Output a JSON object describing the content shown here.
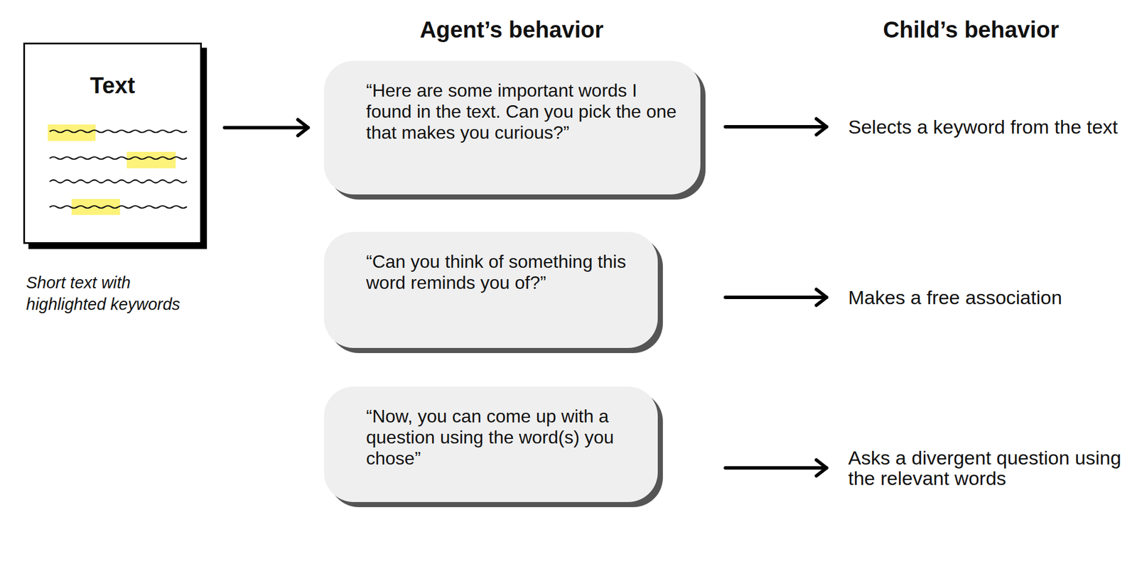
{
  "diagram": {
    "nodes": [
      {
        "text": [
          "Text",
          "Short text with highlighted keywords"
        ]
      },
      {
        "text": [
          "“Here are some important words I found in the text. Can you pick the one that makes you curious?”"
        ]
      },
      {
        "text": [
          "“Can you think of something this word reminds you of?”"
        ]
      },
      {
        "text": [
          "“Now, you can come up with a question using the word(s) you chose”"
        ]
      },
      {
        "text": [
          "Selects a keyword from the text"
        ]
      },
      {
        "text": [
          "Makes a free association"
        ]
      },
      {
        "text": [
          "Asks a divergent question using the relevant words"
        ]
      }
    ],
    "edges": [
      {
        "from": 0,
        "to": 1,
        "arrow": "to"
      },
      {
        "from": 1,
        "to": 4,
        "arrow": "to"
      },
      {
        "from": 2,
        "to": 5,
        "arrow": "to"
      },
      {
        "from": 3,
        "to": 6,
        "arrow": "to"
      }
    ],
    "labels": [
      "Agent’s behavior",
      "Child’s behavior"
    ]
  }
}
